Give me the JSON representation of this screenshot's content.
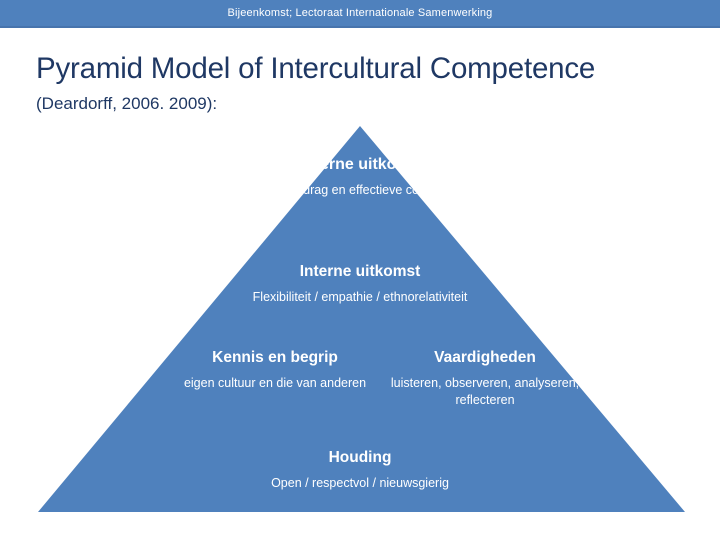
{
  "banner": {
    "text": "Bijeenkomst; Lectoraat Internationale Samenwerking",
    "background_color": "#4F81BD",
    "text_color": "#FFFFFF"
  },
  "heading": {
    "title": "Pyramid Model of Intercultural Competence",
    "subtitle": "(Deardorff, 2006. 2009):",
    "color": "#1F3864"
  },
  "pyramid": {
    "fill_color": "#4F81BD",
    "text_color": "#FFFFFF",
    "tiers": [
      {
        "id": "external-outcome",
        "heading": "Externe uitkomst",
        "body": "Passend gedrag en effectieve communicatie"
      },
      {
        "id": "internal-outcome",
        "heading": "Interne uitkomst",
        "body": "Flexibiliteit / empathie / ethnorelativiteit"
      },
      {
        "id": "knowledge",
        "heading": "Kennis en begrip",
        "body": "eigen cultuur en die van anderen"
      },
      {
        "id": "skills",
        "heading": "Vaardigheden",
        "body": "luisteren, observeren, analyseren, reflecteren"
      },
      {
        "id": "attitude",
        "heading": "Houding",
        "body": "Open / respectvol / nieuwsgierig"
      }
    ]
  }
}
